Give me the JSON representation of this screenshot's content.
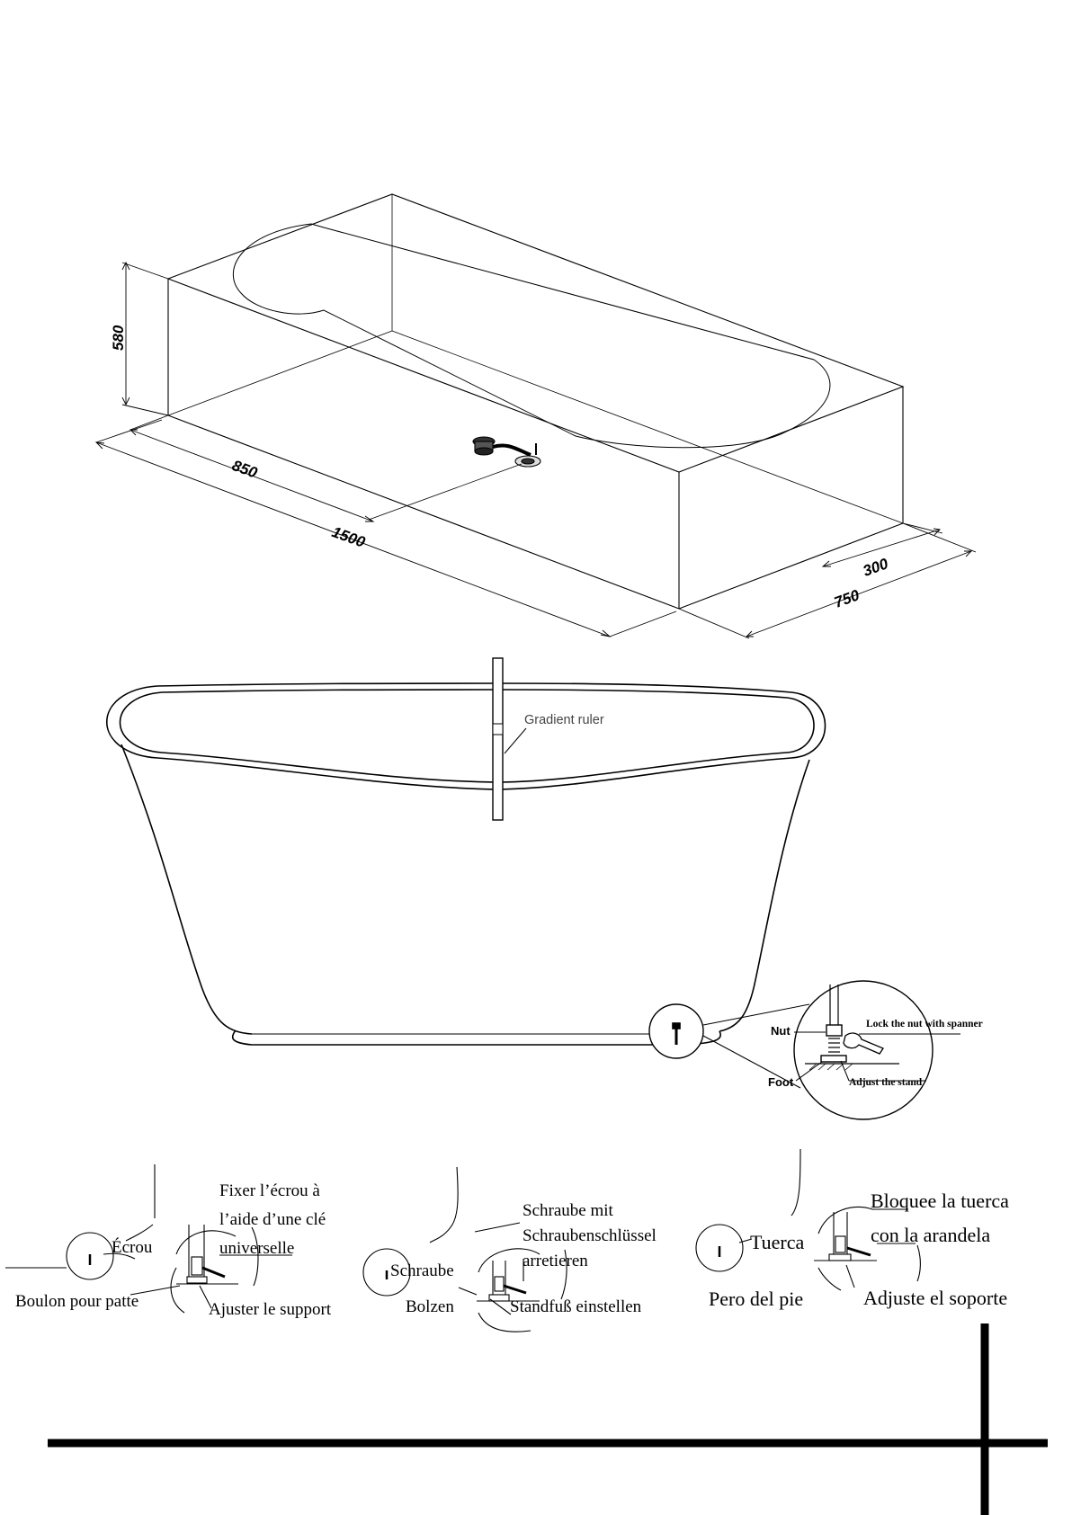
{
  "dimensions": {
    "height": "580",
    "drain_offset": "850",
    "length": "1500",
    "drain_side": "300",
    "width": "750"
  },
  "side_view": {
    "gradient_ruler": "Gradient ruler",
    "nut": "Nut",
    "foot": "Foot",
    "lock_nut": "Lock the nut with spanner",
    "adjust_stand": "Adjust the stand"
  },
  "french": {
    "fix_nut": "Fixer l’écrou à\nl’aide d’une clé\nuniverselle",
    "nut": "Écrou",
    "bolt": "Boulon pour patte",
    "adjust": "Ajuster le support"
  },
  "german": {
    "fix_nut": "Schraube mit\nSchraubenschlüssel\narretieren",
    "nut": "Schraube",
    "bolt": "Bolzen",
    "adjust": "Standfuß einstellen"
  },
  "spanish": {
    "fix_nut": "Bloquee la tuerca\ncon la arandela",
    "nut": "Tuerca",
    "bolt": "Pero del pie",
    "adjust": "Adjuste el soporte"
  }
}
